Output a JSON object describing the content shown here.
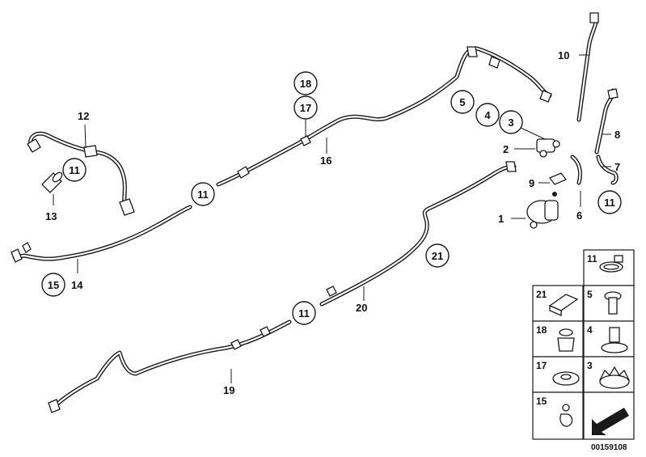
{
  "diagram": {
    "document_number": "00159108",
    "callouts": {
      "c1": "1",
      "c2": "2",
      "c3": "3",
      "c4": "4",
      "c5": "5",
      "c6": "6",
      "c7": "7",
      "c8": "8",
      "c9": "9",
      "c10": "10",
      "c11a": "11",
      "c11b": "11",
      "c11c": "11",
      "c11d": "11",
      "c12": "12",
      "c13": "13",
      "c14": "14",
      "c15": "15",
      "c16": "16",
      "c17": "17",
      "c18": "18",
      "c19": "19",
      "c20": "20",
      "c21": "21"
    },
    "legend": {
      "r1l": "11",
      "r2l": "21",
      "r2r": "5",
      "r3l": "18",
      "r3r": "4",
      "r4l": "17",
      "r4r": "3",
      "r5l": "15"
    }
  }
}
